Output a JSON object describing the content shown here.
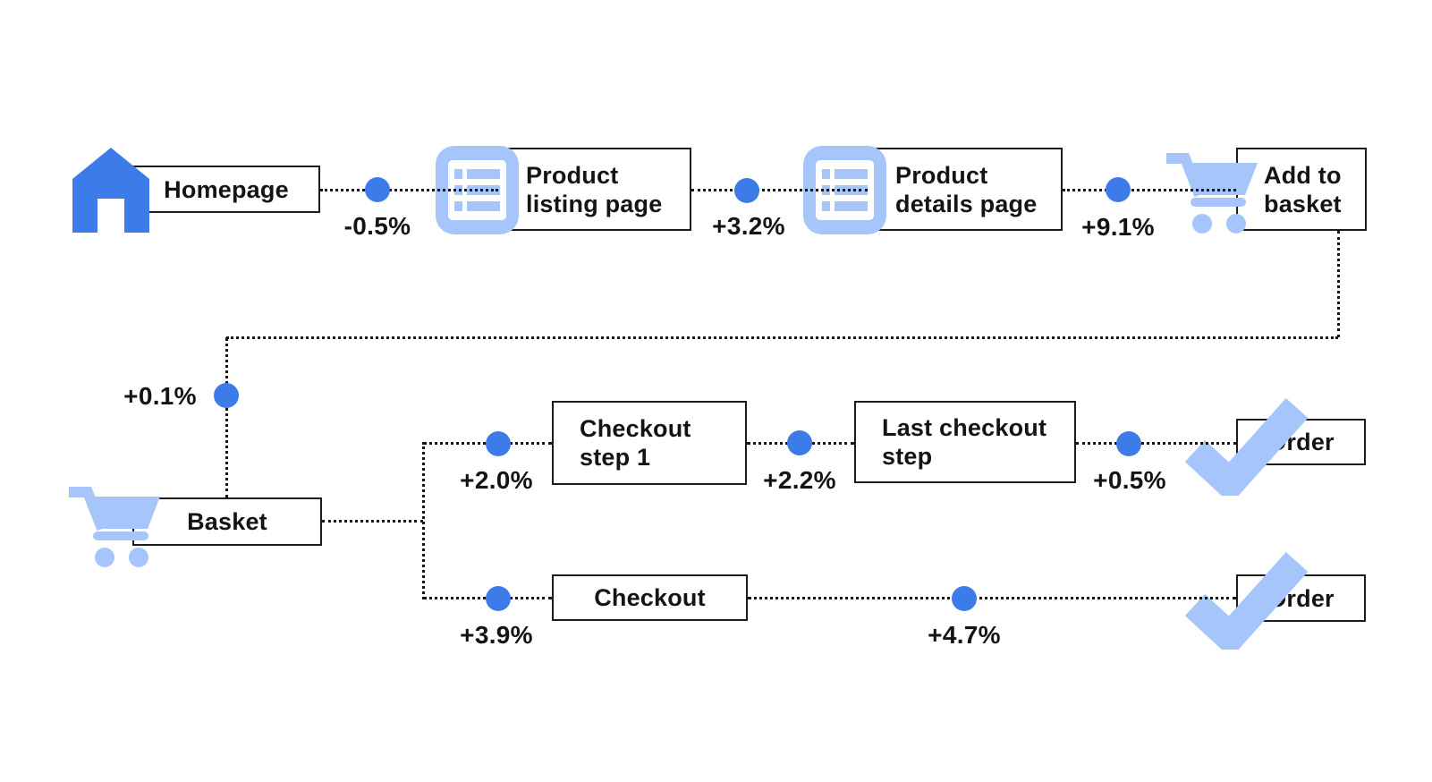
{
  "colors": {
    "accent_blue": "#3d7ce8",
    "icon_light_blue": "#a6c5fa",
    "line_color": "#151515",
    "text_color": "#141418",
    "box_border": "#1c1c1c",
    "background": "#ffffff"
  },
  "flow": {
    "nodes": {
      "homepage": {
        "lines": [
          "Homepage"
        ],
        "icon": "home-icon"
      },
      "product_listing": {
        "lines": [
          "Product",
          "listing page"
        ],
        "icon": "list-icon"
      },
      "product_details": {
        "lines": [
          "Product",
          "details page"
        ],
        "icon": "list-icon"
      },
      "add_to_basket": {
        "lines": [
          "Add to",
          "basket"
        ],
        "icon": "cart-icon"
      },
      "basket": {
        "lines": [
          "Basket"
        ],
        "icon": "cart-icon"
      },
      "checkout_step_1": {
        "lines": [
          "Checkout",
          "step 1"
        ]
      },
      "last_checkout_step": {
        "lines": [
          "Last checkout",
          "step"
        ]
      },
      "order_top": {
        "lines": [
          "Order"
        ],
        "icon": "check-icon"
      },
      "checkout": {
        "lines": [
          "Checkout"
        ]
      },
      "order_bottom": {
        "lines": [
          "Order"
        ],
        "icon": "check-icon"
      }
    },
    "edges": [
      {
        "from": "Homepage",
        "to": "Product listing page",
        "delta": "-0.5%"
      },
      {
        "from": "Product listing page",
        "to": "Product details page",
        "delta": "+3.2%"
      },
      {
        "from": "Product details page",
        "to": "Add to basket",
        "delta": "+9.1%"
      },
      {
        "from": "Add to basket",
        "to": "Basket",
        "delta": "+0.1%"
      },
      {
        "from": "Basket",
        "to": "Checkout step 1",
        "delta": "+2.0%"
      },
      {
        "from": "Checkout step 1",
        "to": "Last checkout step",
        "delta": "+2.2%"
      },
      {
        "from": "Last checkout step",
        "to": "Order",
        "delta": "+0.5%"
      },
      {
        "from": "Basket",
        "to": "Checkout",
        "delta": "+3.9%"
      },
      {
        "from": "Checkout",
        "to": "Order",
        "delta": "+4.7%"
      }
    ]
  }
}
